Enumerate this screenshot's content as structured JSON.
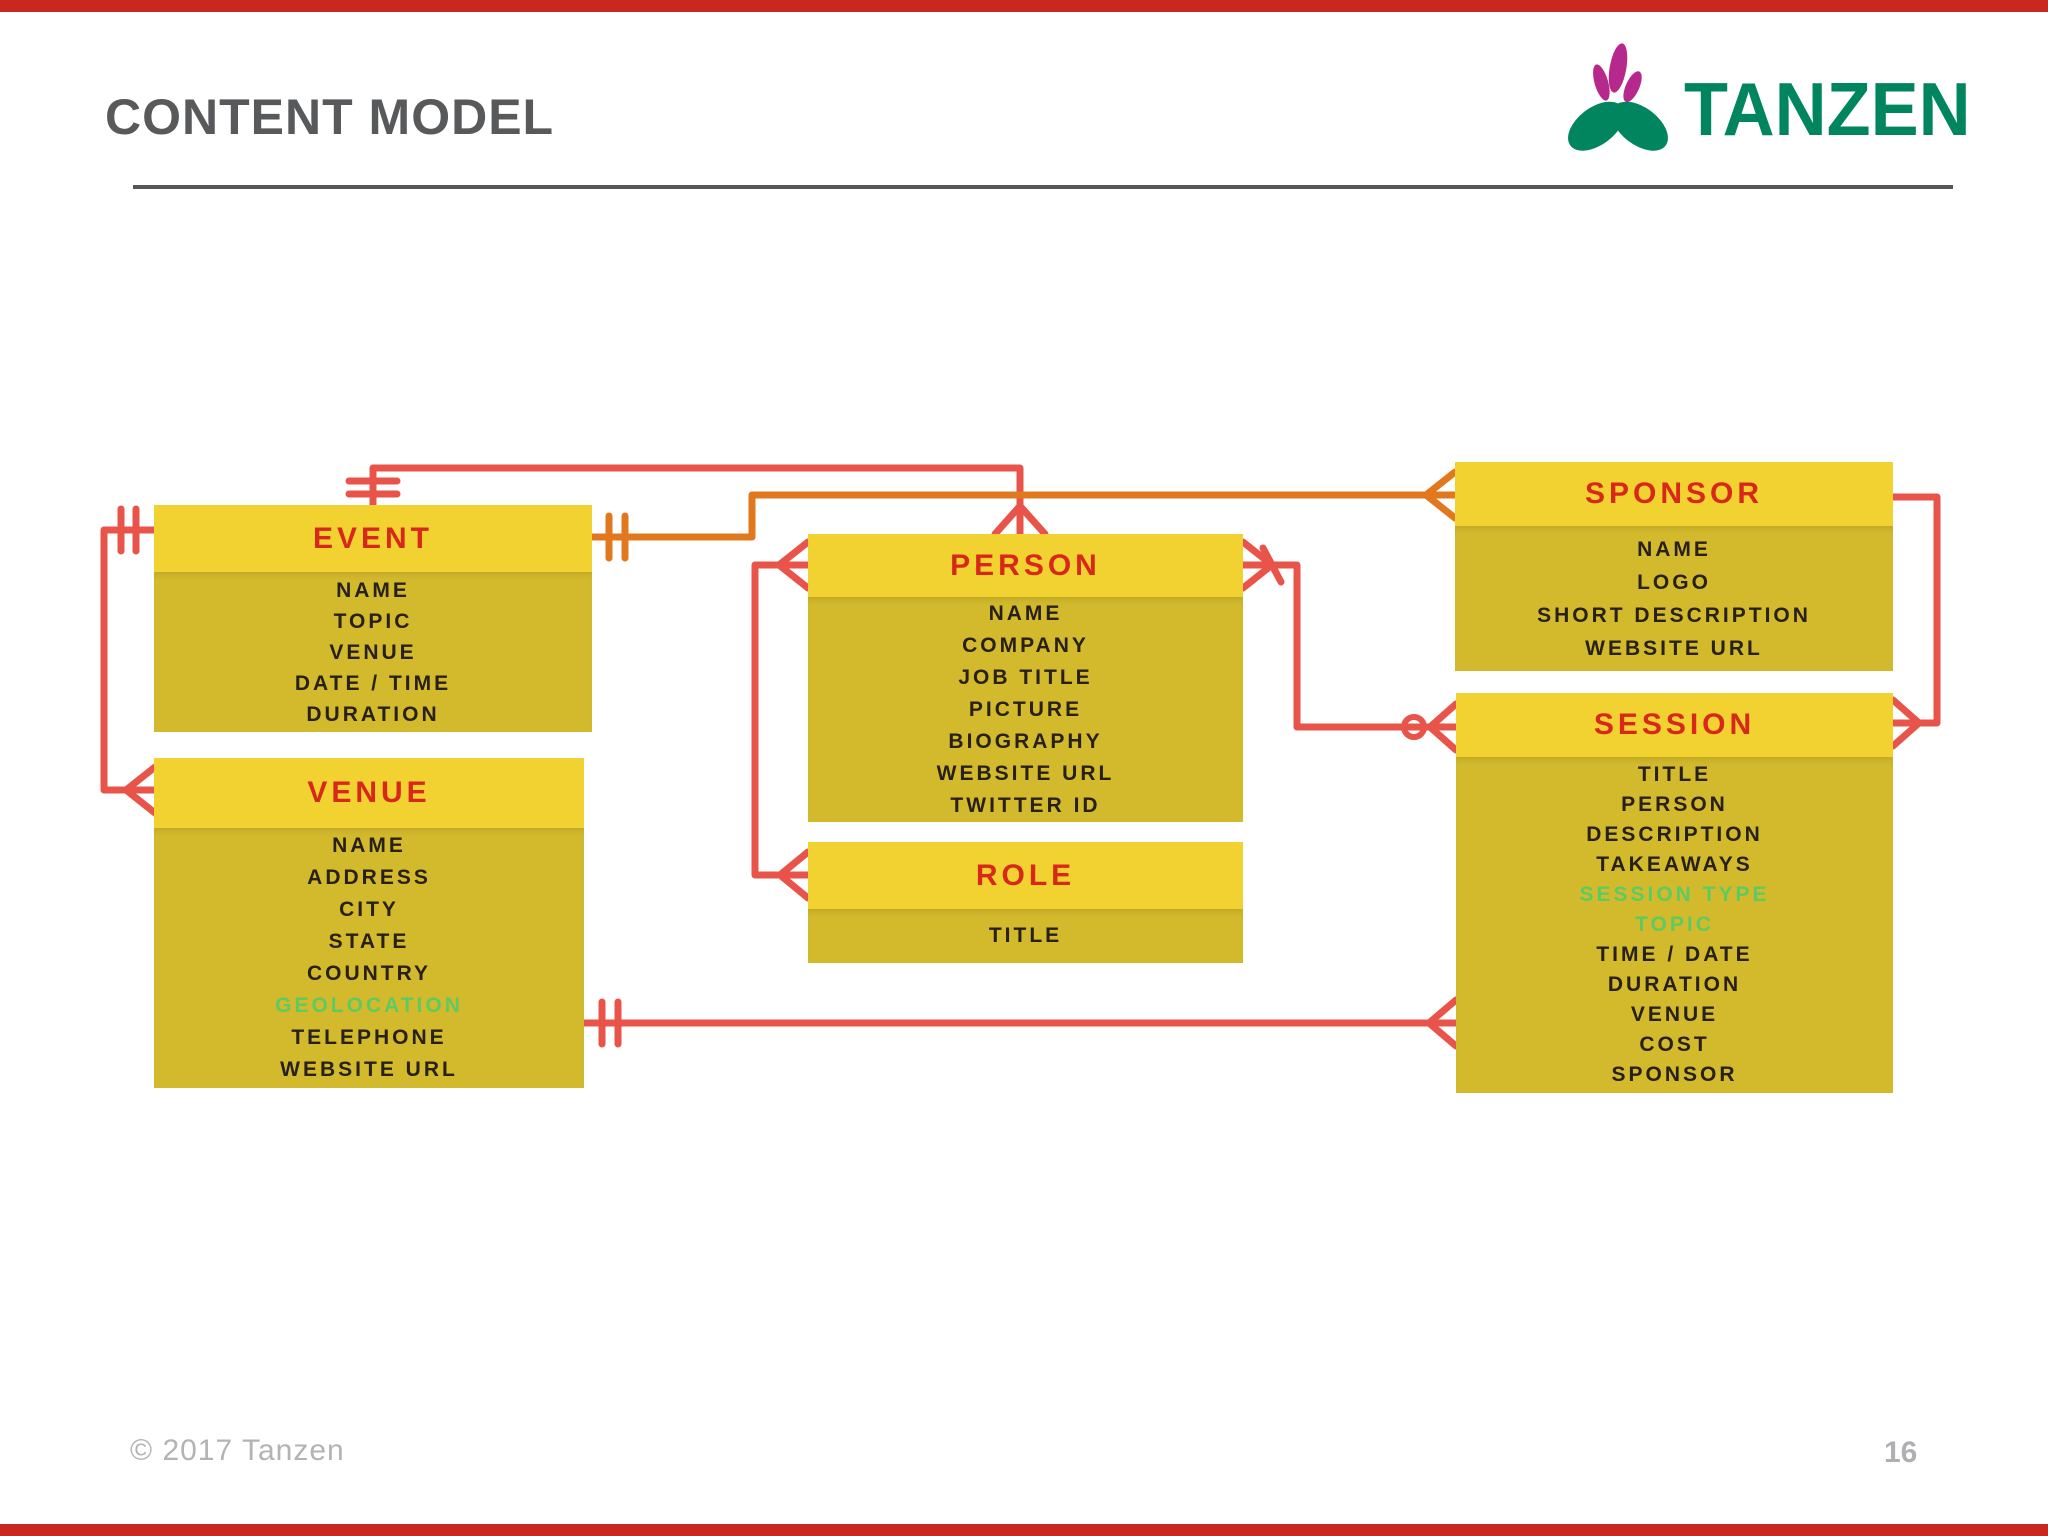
{
  "slide": {
    "title": "CONTENT MODEL",
    "footer_copyright": "© 2017 Tanzen",
    "page_number": "16"
  },
  "logo": {
    "text": "TANZEN"
  },
  "colors": {
    "accent_bar_red": "#c9281e",
    "connector_red": "#e8544a",
    "connector_orange": "#e2781e",
    "entity_header_yellow": "#f2d230",
    "entity_body_yellow": "#d3b92c",
    "entity_title_red": "#d8281b",
    "attribute_text": "#27211a",
    "attribute_green": "#5ecb62",
    "logo_green": "#00855f",
    "logo_magenta": "#b7288c",
    "title_gray": "#58595b",
    "footer_gray": "#b3b3b3"
  },
  "entities": [
    {
      "id": "event",
      "title": "EVENT",
      "attributes": [
        {
          "label": "NAME"
        },
        {
          "label": "TOPIC"
        },
        {
          "label": "VENUE"
        },
        {
          "label": "DATE / TIME"
        },
        {
          "label": "DURATION"
        }
      ]
    },
    {
      "id": "venue",
      "title": "VENUE",
      "attributes": [
        {
          "label": "NAME"
        },
        {
          "label": "ADDRESS"
        },
        {
          "label": "CITY"
        },
        {
          "label": "STATE"
        },
        {
          "label": "COUNTRY"
        },
        {
          "label": "GEOLOCATION",
          "highlight": true
        },
        {
          "label": "TELEPHONE"
        },
        {
          "label": "WEBSITE URL"
        }
      ]
    },
    {
      "id": "person",
      "title": "PERSON",
      "attributes": [
        {
          "label": "NAME"
        },
        {
          "label": "COMPANY"
        },
        {
          "label": "JOB TITLE"
        },
        {
          "label": "PICTURE"
        },
        {
          "label": "BIOGRAPHY"
        },
        {
          "label": "WEBSITE URL"
        },
        {
          "label": "TWITTER ID"
        }
      ]
    },
    {
      "id": "role",
      "title": "ROLE",
      "attributes": [
        {
          "label": "TITLE"
        }
      ]
    },
    {
      "id": "sponsor",
      "title": "SPONSOR",
      "attributes": [
        {
          "label": "NAME"
        },
        {
          "label": "LOGO"
        },
        {
          "label": "SHORT DESCRIPTION"
        },
        {
          "label": "WEBSITE URL"
        }
      ]
    },
    {
      "id": "session",
      "title": "SESSION",
      "attributes": [
        {
          "label": "TITLE"
        },
        {
          "label": "PERSON"
        },
        {
          "label": "DESCRIPTION"
        },
        {
          "label": "TAKEAWAYS"
        },
        {
          "label": "SESSION TYPE",
          "highlight": true
        },
        {
          "label": "TOPIC",
          "highlight": true
        },
        {
          "label": "TIME / DATE"
        },
        {
          "label": "DURATION"
        },
        {
          "label": "VENUE"
        },
        {
          "label": "COST"
        },
        {
          "label": "SPONSOR"
        }
      ]
    }
  ],
  "relationships": [
    {
      "from": "EVENT",
      "to": "PERSON",
      "from_end": "one (double tick)",
      "to_end": "many (crow's foot)",
      "color": "red"
    },
    {
      "from": "EVENT",
      "to": "SPONSOR",
      "from_end": "one (double tick)",
      "to_end": "many (crow's foot)",
      "color": "orange"
    },
    {
      "from": "EVENT",
      "to": "VENUE",
      "from_end": "one (double tick)",
      "to_end": "many (crow's foot)",
      "color": "red"
    },
    {
      "from": "PERSON",
      "to": "ROLE",
      "from_end": "many (crow's foot)",
      "to_end": "many (crow's foot)",
      "color": "red"
    },
    {
      "from": "PERSON",
      "to": "SESSION",
      "from_end": "many (crow's foot)",
      "to_end": "zero or many (circle + crow's foot)",
      "color": "red"
    },
    {
      "from": "SPONSOR",
      "to": "SESSION",
      "from_end": "plain",
      "to_end": "many (crow's foot)",
      "color": "red"
    },
    {
      "from": "VENUE",
      "to": "SESSION",
      "from_end": "one (double tick)",
      "to_end": "many (crow's foot)",
      "color": "red"
    }
  ]
}
